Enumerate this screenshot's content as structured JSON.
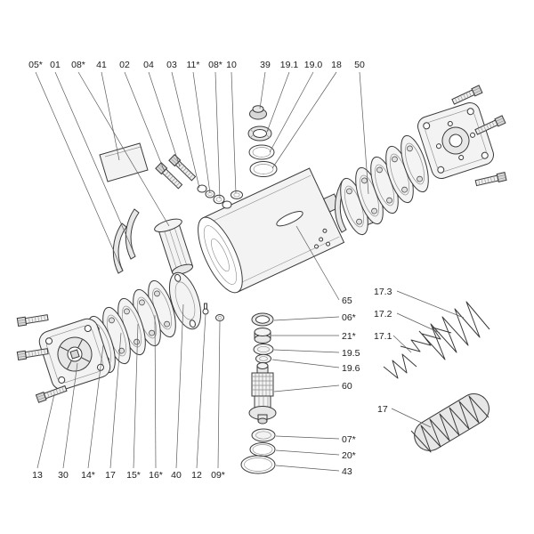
{
  "diagram": {
    "background_color": "#ffffff",
    "line_color": "#3a3a3a",
    "callouts": {
      "top": [
        "05*",
        "01",
        "08*",
        "41",
        "02",
        "04",
        "03",
        "11*",
        "08*",
        "10",
        "39",
        "19.1",
        "19.0",
        "18",
        "50"
      ],
      "right_column": [
        "65",
        "06*",
        "21*",
        "19.5",
        "19.6",
        "60",
        "07*",
        "20*",
        "43"
      ],
      "springs": [
        "17.3",
        "17.2",
        "17.1",
        "17"
      ],
      "bottom": [
        "13",
        "30",
        "14*",
        "17",
        "15*",
        "16*",
        "40",
        "12",
        "09*"
      ]
    }
  }
}
